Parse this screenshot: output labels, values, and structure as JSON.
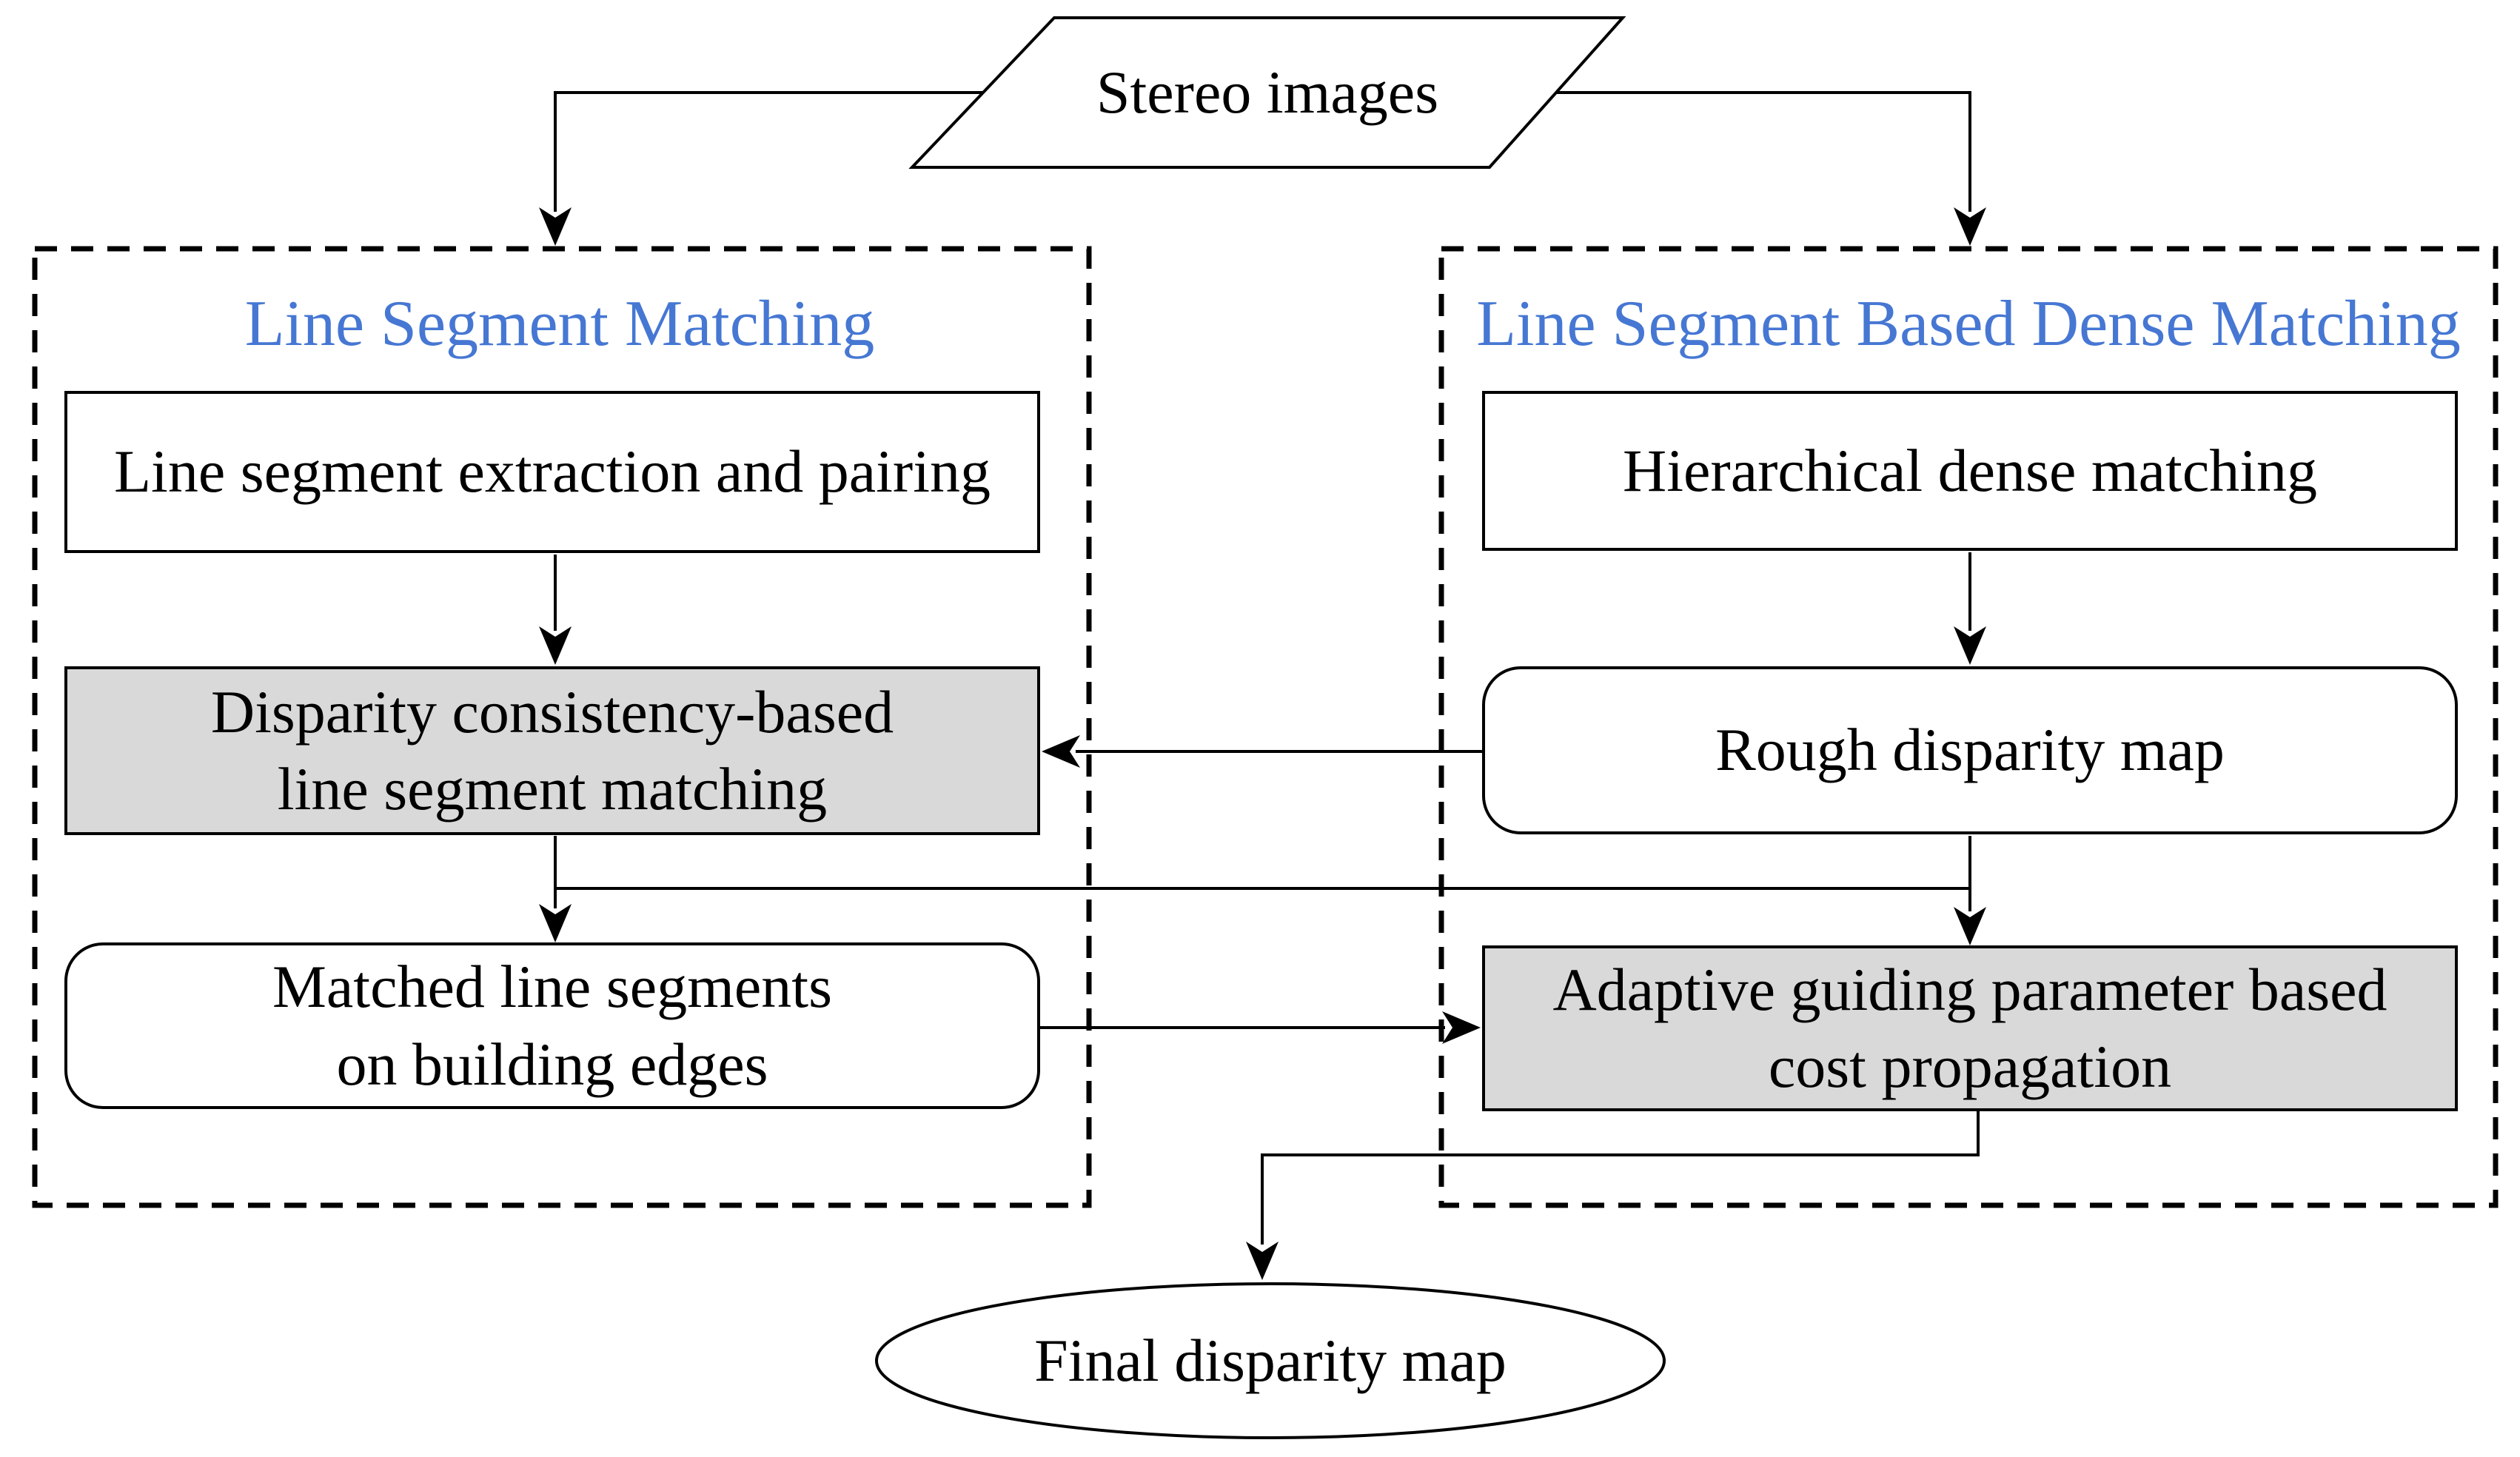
{
  "nodes": {
    "stereo_images": "Stereo images",
    "final_disparity_map": "Final disparity map"
  },
  "left_panel": {
    "title": "Line Segment Matching",
    "box1": "Line segment extraction and pairing",
    "box2_line1": "Disparity consistency-based",
    "box2_line2": "line segment matching",
    "box3_line1": "Matched line segments",
    "box3_line2": "on building edges"
  },
  "right_panel": {
    "title": "Line Segment Based Dense Matching",
    "box1": "Hierarchical dense matching",
    "box2": "Rough disparity map",
    "box3_line1": "Adaptive guiding parameter based",
    "box3_line2": "cost propagation"
  },
  "edges": [
    {
      "from": "stereo-images",
      "to": "panel-line-segment-matching"
    },
    {
      "from": "stereo-images",
      "to": "panel-dense-matching"
    },
    {
      "from": "line-segment-extraction",
      "to": "disparity-consistency-matching"
    },
    {
      "from": "hierarchical-dense-matching",
      "to": "rough-disparity-map"
    },
    {
      "from": "rough-disparity-map",
      "to": "disparity-consistency-matching"
    },
    {
      "from": "disparity-consistency-matching",
      "to": "matched-line-segments"
    },
    {
      "from": "disparity-consistency-matching",
      "to": "adaptive-cost-propagation"
    },
    {
      "from": "rough-disparity-map",
      "to": "adaptive-cost-propagation"
    },
    {
      "from": "matched-line-segments",
      "to": "adaptive-cost-propagation"
    },
    {
      "from": "adaptive-cost-propagation",
      "to": "final-disparity-map"
    }
  ],
  "colors": {
    "title_blue": "#4677D3",
    "box_gray": "#D9D9D9",
    "line_black": "#000000",
    "background": "#FFFFFF"
  }
}
